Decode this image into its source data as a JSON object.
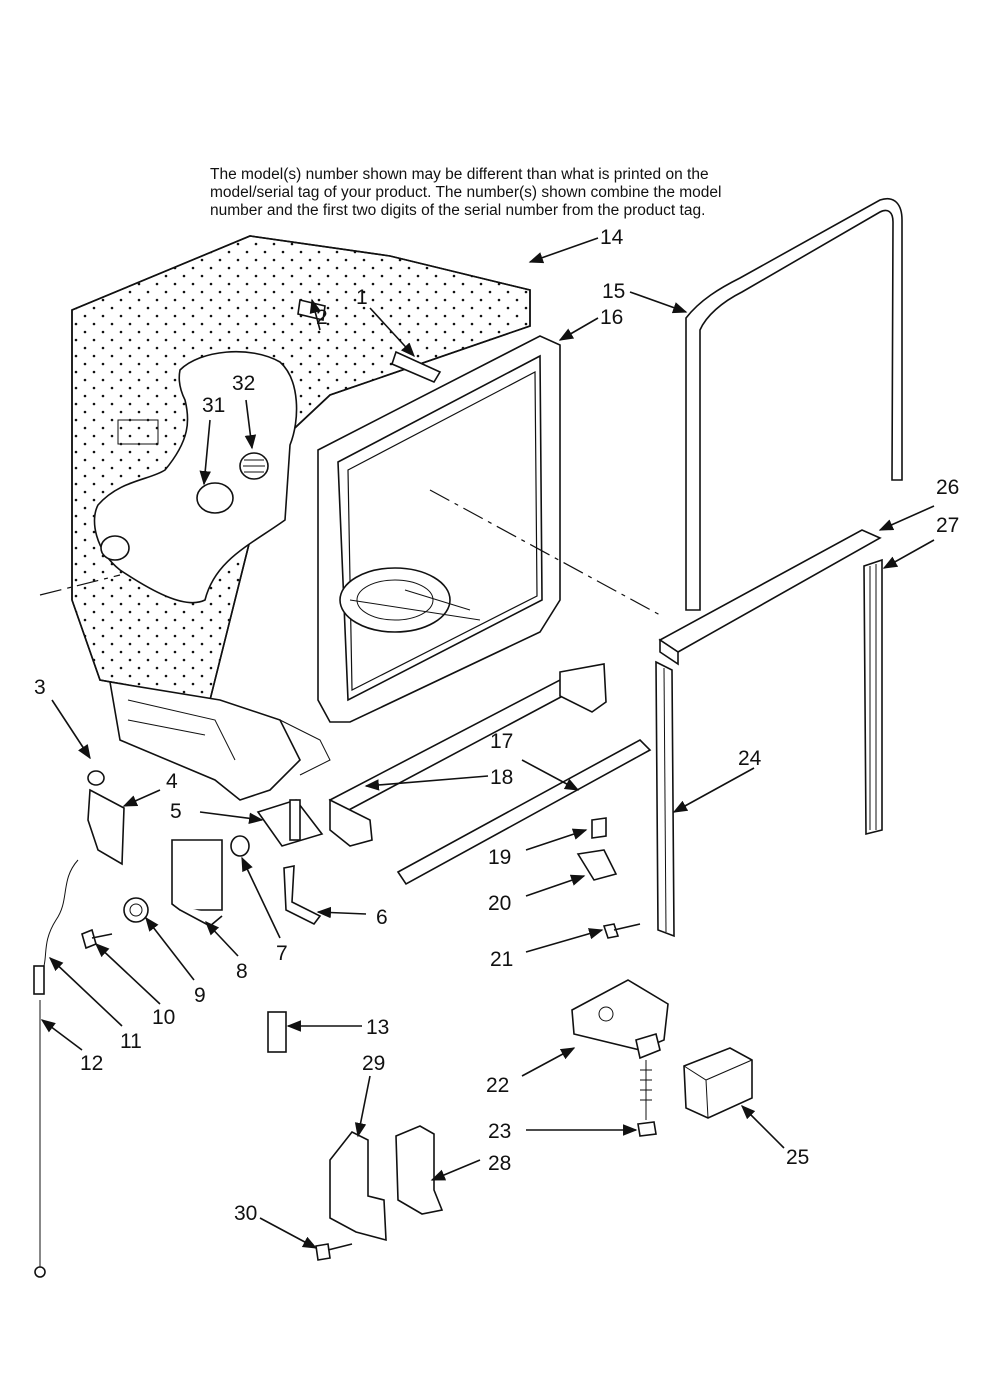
{
  "notice": {
    "line1": "The model(s) number shown may be different than what is printed on the",
    "line2": "model/serial tag of your product. The number(s) shown combine the model",
    "line3": "number and the first two digits of the serial number from the product tag."
  },
  "callouts": [
    "1",
    "2",
    "3",
    "4",
    "5",
    "6",
    "7",
    "8",
    "9",
    "10",
    "11",
    "12",
    "13",
    "14",
    "15",
    "16",
    "17",
    "18",
    "19",
    "20",
    "21",
    "22",
    "23",
    "24",
    "25",
    "26",
    "27",
    "28",
    "29",
    "30",
    "31",
    "32"
  ],
  "colors": {
    "ink": "#111111",
    "paper": "#ffffff"
  }
}
